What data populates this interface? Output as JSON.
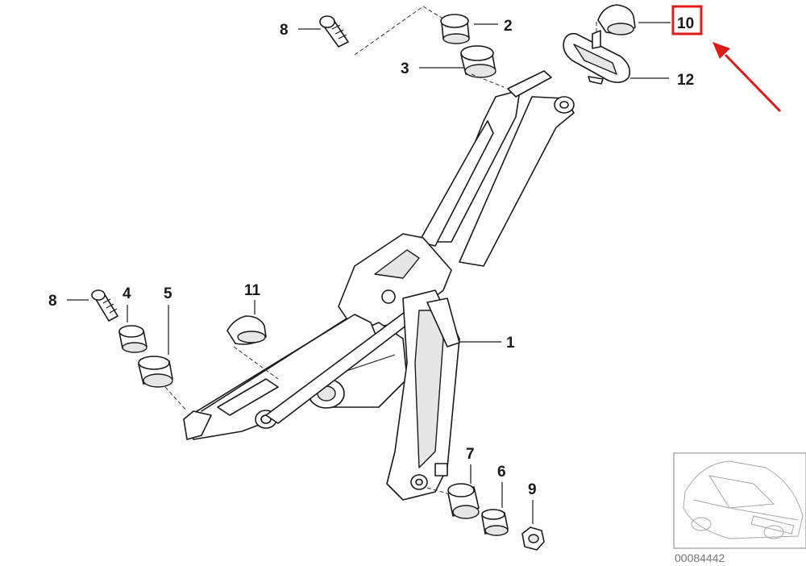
{
  "diagram": {
    "callouts": [
      "8",
      "2",
      "3",
      "10",
      "12",
      "8",
      "4",
      "5",
      "11",
      "1",
      "7",
      "6",
      "9"
    ],
    "highlighted_callout": "10",
    "diagram_id": "00084442",
    "colors": {
      "highlight": "#e01b1b",
      "line": "#1a1a1a",
      "thumbnail": "#a8a8a8"
    }
  }
}
